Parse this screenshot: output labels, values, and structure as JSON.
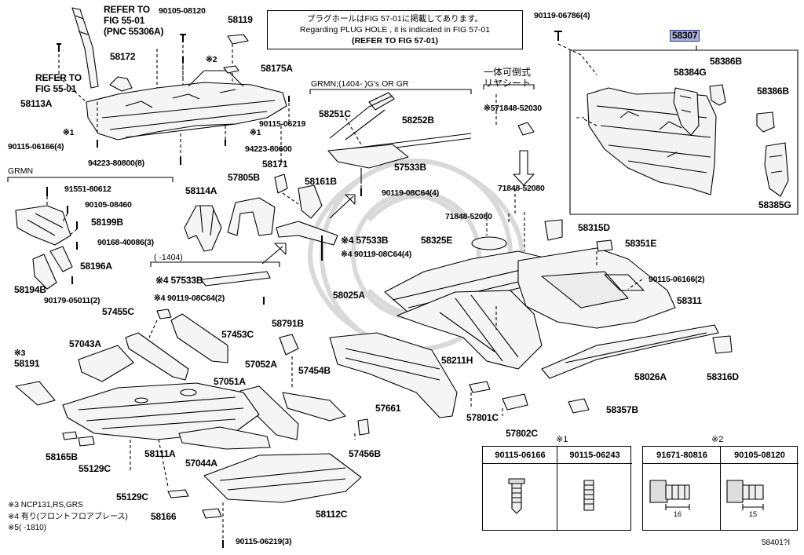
{
  "colors": {
    "selected_fill": "#aab1dc",
    "selected_border": "#2a3a8a",
    "line": "#000000",
    "watermark": "#d9d9d9"
  },
  "notice": {
    "line1": "プラグホールはFIG 57-01に掲載してあります。",
    "line2": "Regarding  PLUG  HOLE , it is indicated in FIG  57-01",
    "line3": "(REFER TO FIG 57-01)"
  },
  "refer_55_01_pnc": {
    "line1": "REFER TO",
    "line2": "FIG 55-01",
    "line3": "(PNC 55306A)"
  },
  "refer_55_01": {
    "line1": "REFER TO",
    "line2": "FIG 55-01"
  },
  "group_titles": {
    "grmn_left": "GRMN",
    "grmn_center": "GRMN;(1404-      )G's OR GR",
    "rear_seat_line1": "一体可倒式",
    "rear_seat_line2": "リヤシート",
    "bracket_1404": "(      -1404)"
  },
  "parts": {
    "p58307": "58307",
    "p58384G": "58384G",
    "p58386B_a": "58386B",
    "p58386B_b": "58386B",
    "p58385G": "58385G",
    "p90119_06786": "90119-06786(4)",
    "p90105_08120": "90105-08120",
    "p58119": "58119",
    "p58172": "58172",
    "p_x2": "※2",
    "p58175A": "58175A",
    "p58113A": "58113A",
    "p_x1a": "※1",
    "p_x1b": "※1",
    "p90115_06166_4": "90115-06166(4)",
    "p90115_06219": "90115-06219",
    "p94223_80600": "94223-80600",
    "p94223_80800": "94223-80800(8)",
    "p58251C": "58251C",
    "p58252B": "58252B",
    "p571848": "※571848-52030",
    "p57533B_a": "57533B",
    "p58171": "58171",
    "p58161B": "58161B",
    "p90119_08C64_4a": "90119-08C64(4)",
    "p71848_52080_a": "71848-52080",
    "p71848_52080_b": "71848-52080",
    "p58114A": "58114A",
    "p57805B": "57805B",
    "p91551_80612": "91551-80612",
    "p90105_08460": "90105-08460",
    "p58199B": "58199B",
    "p90168_40086": "90168-40086(3)",
    "p58196A": "58196A",
    "p58194B": "58194B",
    "p90179_05011": "90179-05011(2)",
    "p57533B_b": "※4 57533B",
    "p90119_08C64_4b": "※4 90119-08C64(4)",
    "p58325E": "58325E",
    "p58315D": "58315D",
    "p58351E": "58351E",
    "p57533B_c": "※4 57533B",
    "p90119_08C64_2": "※4 90119-08C64(2)",
    "p90115_06166_2": "90115-06166(2)",
    "p58025A": "58025A",
    "p58311": "58311",
    "p57455C": "57455C",
    "p57453C": "57453C",
    "p58791B": "58791B",
    "p57043A": "57043A",
    "p_x3": "※3",
    "p58191": "58191",
    "p57052A": "57052A",
    "p57454B": "57454B",
    "p58211H": "58211H",
    "p58026A": "58026A",
    "p58316D": "58316D",
    "p57051A": "57051A",
    "p57661": "57661",
    "p57801C": "57801C",
    "p58357B": "58357B",
    "p57802C": "57802C",
    "p58165B": "58165B",
    "p55129C_a": "55129C",
    "p58111A": "58111A",
    "p57044A": "57044A",
    "p57456B": "57456B",
    "p55129C_b": "55129C",
    "p58166": "58166",
    "p58112C": "58112C",
    "p90115_06219_3": "90115-06219(3)"
  },
  "legend": {
    "line1": "※3 NCP131,RS,GRS",
    "line2": "※4 有り(フロントフロアブレース)",
    "line3": "※5(      -1810)"
  },
  "fastener_tables": {
    "mark1": "※1",
    "mark2": "※2",
    "t1": [
      "90115-06166",
      "90115-06243"
    ],
    "t2": [
      "91671-80816",
      "90105-08120"
    ],
    "dims": [
      "16",
      "15"
    ]
  },
  "figure_code": "58401?I"
}
